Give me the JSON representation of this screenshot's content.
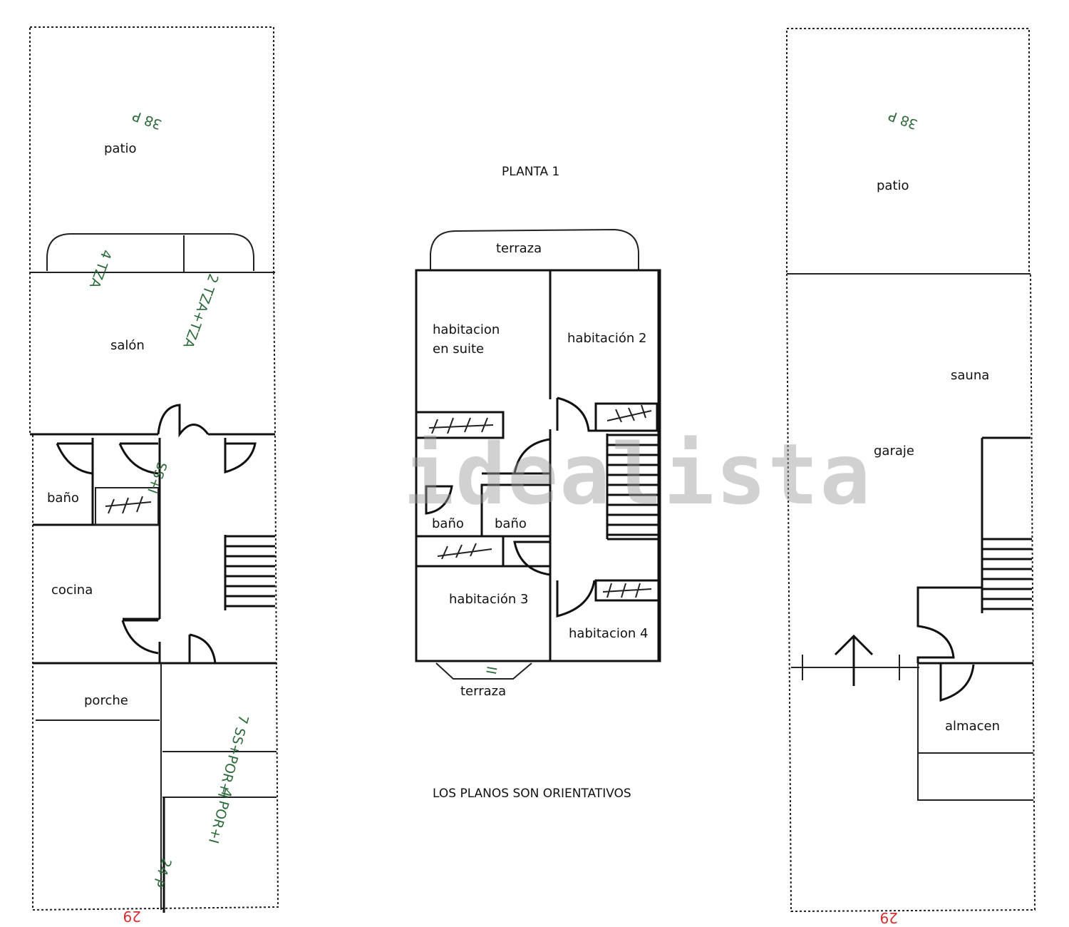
{
  "colors": {
    "wall": "#111111",
    "cadastral_text": "#2f6b3c",
    "parcel_number": "#d23030",
    "watermark": "#9a9a9a"
  },
  "headings": {
    "floor": "PLANTA 1",
    "disclaimer": "LOS PLANOS SON ORIENTATIVOS"
  },
  "watermark": "idealista",
  "plan_left": {
    "rooms": {
      "patio": "patio",
      "salon": "salón",
      "bano": "baño",
      "cocina": "cocina",
      "porche": "porche"
    },
    "cadastral": {
      "patio_code": "38 P",
      "tza_left": "4 TZA",
      "tza_right": "2 TZA+TZA",
      "ss": "SS+I",
      "ss_por": "7 SS+POR+I",
      "por": "4 POR+I",
      "p24": "24 P",
      "parcel": "29"
    }
  },
  "plan_middle": {
    "rooms": {
      "terraza_top": "terraza",
      "suite_line1": "habitacion",
      "suite_line2": "en suite",
      "hab2": "habitación 2",
      "bano_left": "baño",
      "bano_right": "baño",
      "hab3": "habitación 3",
      "hab4": "habitacion 4",
      "terraza_bottom": "terraza"
    },
    "cadastral": {
      "terraza_mark": "II"
    }
  },
  "plan_right": {
    "rooms": {
      "patio": "patio",
      "sauna": "sauna",
      "garaje": "garaje",
      "almacen": "almacen"
    },
    "cadastral": {
      "patio_code": "38 P",
      "parcel": "29"
    }
  }
}
